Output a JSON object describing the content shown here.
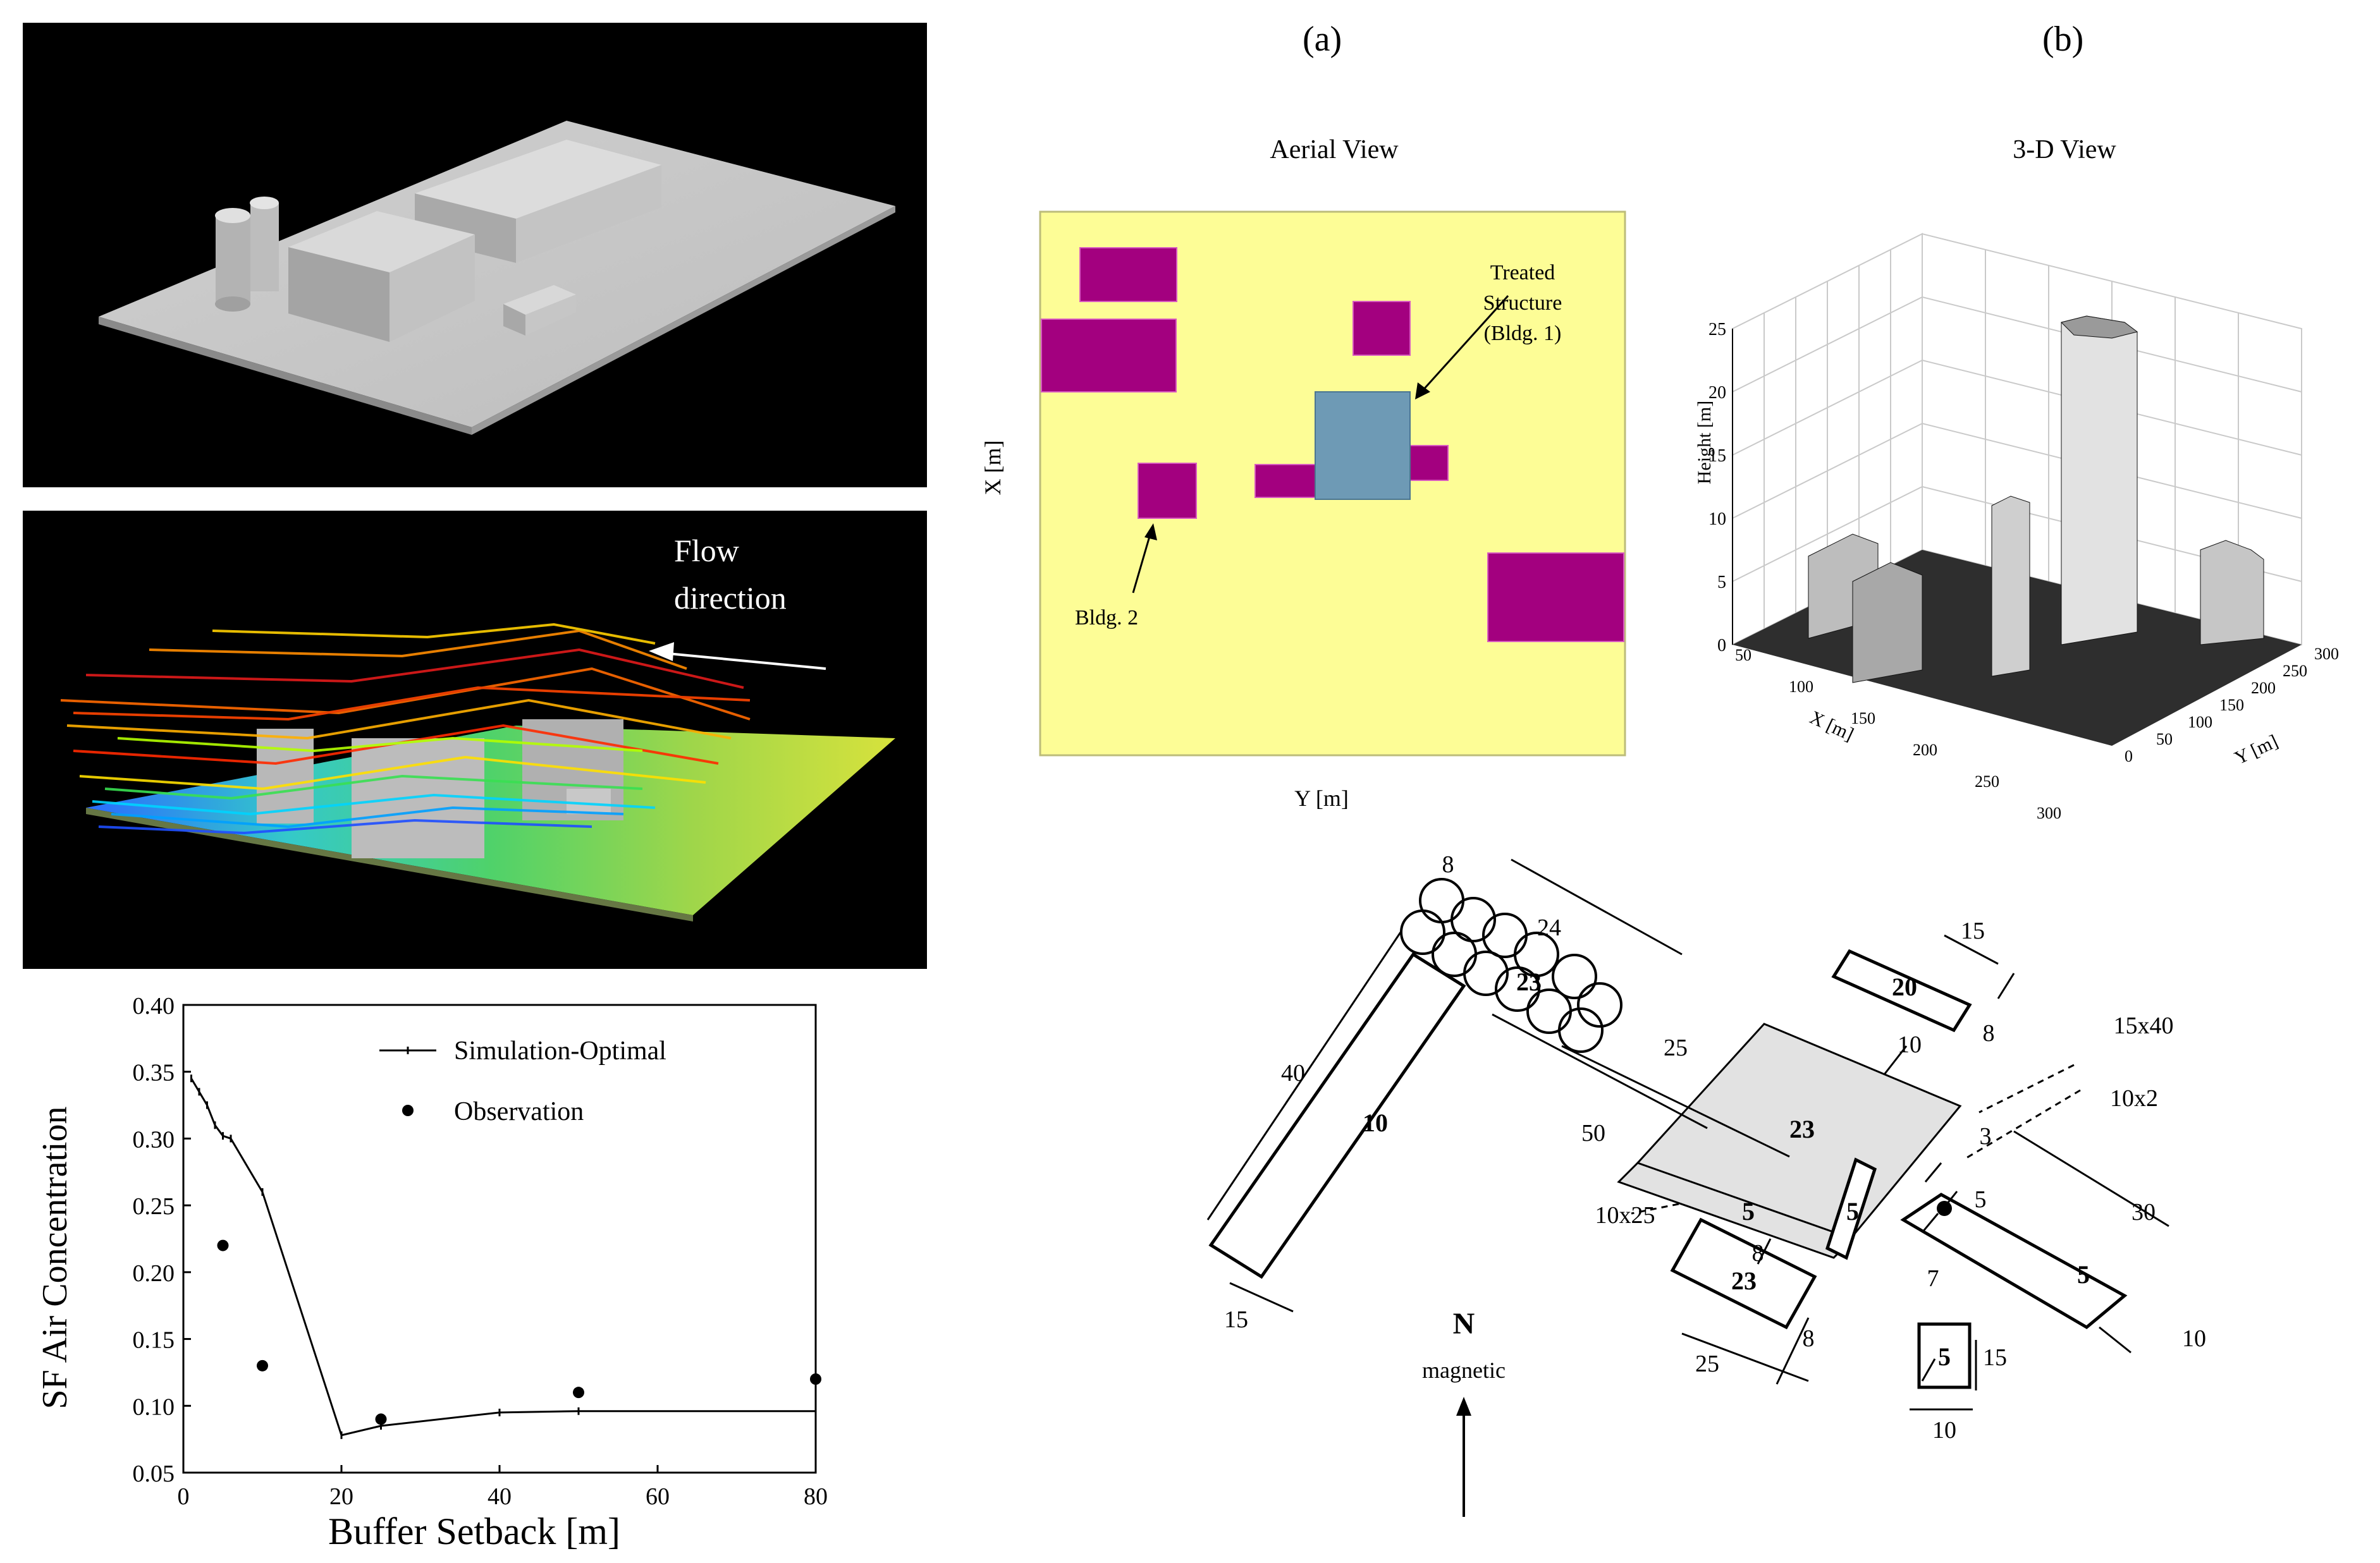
{
  "panels": {
    "a_label": "(a)",
    "b_label": "(b)"
  },
  "top_left": {
    "flow_line1": "Flow",
    "flow_line2": "direction"
  },
  "aerial": {
    "title": "Aerial View",
    "xlabel": "Y [m]",
    "ylabel": "X [m]",
    "treated_line1": "Treated",
    "treated_line2": "Structure",
    "treated_line3": "(Bldg. 1)",
    "bldg2": "Bldg. 2",
    "colors": {
      "ground": "#fdfd96",
      "building": "#a3007f",
      "treated": "#6e9ab5"
    }
  },
  "view3d": {
    "title": "3-D View",
    "zlabel": "Height [m]",
    "xlabel": "X [m]",
    "ylabel": "Y [m]",
    "z_ticks": [
      "0",
      "5",
      "10",
      "15",
      "20",
      "25"
    ],
    "x_ticks": [
      "50",
      "100",
      "150",
      "200",
      "250",
      "300"
    ],
    "y_ticks": [
      "0",
      "50",
      "100",
      "150",
      "200",
      "250",
      "300"
    ]
  },
  "chart_data": {
    "type": "line",
    "xlabel": "Buffer Setback [m]",
    "ylabel": "SF Air Concentration",
    "xlim": [
      0,
      80
    ],
    "ylim": [
      0.05,
      0.4
    ],
    "x_ticks": [
      "0",
      "20",
      "40",
      "60",
      "80"
    ],
    "y_ticks": [
      "0.05",
      "0.10",
      "0.15",
      "0.20",
      "0.25",
      "0.30",
      "0.35",
      "0.40"
    ],
    "series": [
      {
        "name": "Simulation-Optimal",
        "kind": "line",
        "x": [
          1,
          2,
          3,
          4,
          5,
          6,
          10,
          20,
          25,
          40,
          50,
          80
        ],
        "y": [
          0.345,
          0.335,
          0.325,
          0.31,
          0.302,
          0.3,
          0.26,
          0.078,
          0.085,
          0.095,
          0.096,
          0.096
        ]
      },
      {
        "name": "Observation",
        "kind": "scatter",
        "x": [
          5,
          10,
          25,
          50,
          80
        ],
        "y": [
          0.22,
          0.13,
          0.09,
          0.11,
          0.12
        ]
      }
    ],
    "legend_position": "top-right"
  },
  "site_plan": {
    "north": "N",
    "magnetic": "magnetic",
    "buildings": {
      "b10": "10",
      "tanks": "23",
      "b20": "20",
      "main": "23",
      "annex": "5",
      "side5": "5",
      "b23": "23",
      "b5small": "5",
      "b5right": "5"
    },
    "dims": {
      "d8a": "8",
      "d24": "24",
      "d15a": "15",
      "d40": "40",
      "d25a": "25",
      "d50": "50",
      "d10a": "10",
      "d8b": "8",
      "d15x40": "15x40",
      "d10x2": "10x2",
      "d3": "3",
      "d10x25": "10x25",
      "d5a": "5",
      "d8c": "8",
      "d7": "7",
      "d30": "30",
      "d15b": "15",
      "d25b": "25",
      "d8d": "8",
      "d15c": "15",
      "d10b": "10",
      "d10c": "10"
    }
  }
}
